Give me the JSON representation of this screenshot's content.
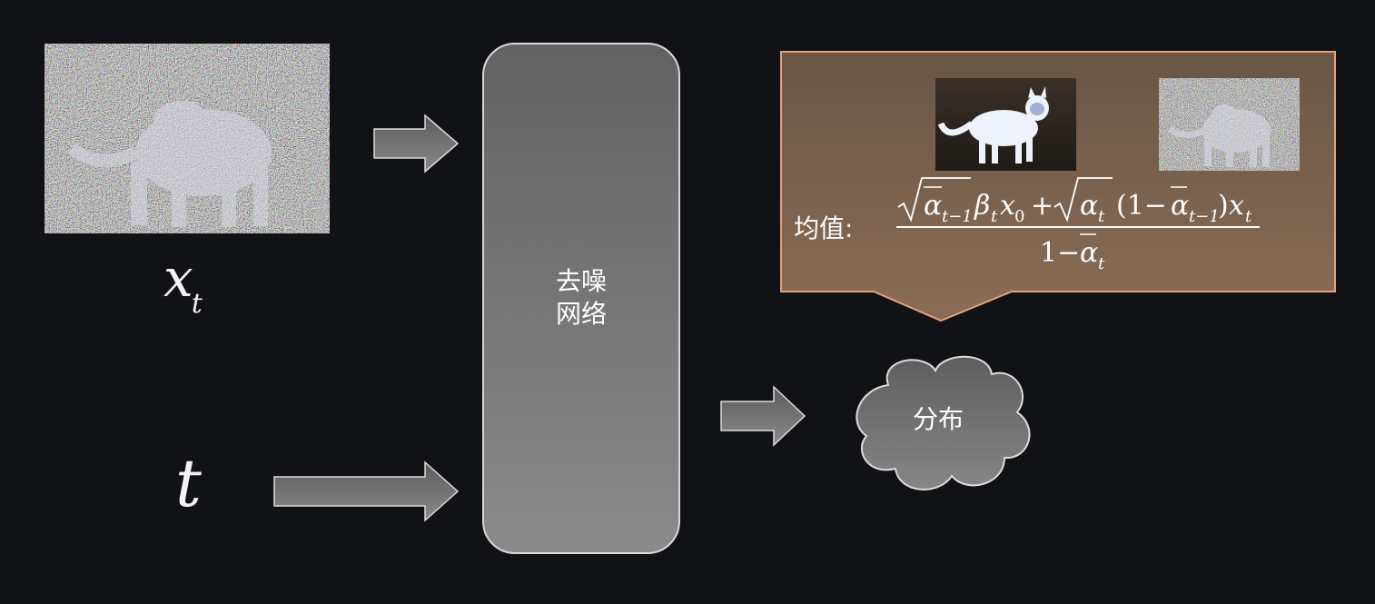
{
  "diagram": {
    "input_image_label_var": "x",
    "input_image_label_sub": "t",
    "timestep_label": "t",
    "network_label_line1": "去噪",
    "network_label_line2": "网络",
    "output_label": "分布",
    "callout": {
      "mean_label": "均值:",
      "formula": {
        "num_alpha_bar_prev_sub": "t−1",
        "beta_sub": "t",
        "x0_sub": "0",
        "alpha_t_sub": "t",
        "one_minus": "(1−",
        "alpha_bar_prev2_sub": "t−1",
        "close_paren": ")",
        "xt_sub": "t",
        "den_one_minus": "1−",
        "den_alpha_bar_sub": "t"
      }
    },
    "colors": {
      "background": "#111216",
      "callout_fill_top": "#6a5646",
      "callout_fill_bottom": "#8a6d56",
      "callout_border": "#e8a07c",
      "box_fill_top": "#626262",
      "box_fill_bottom": "#8a8a8a",
      "arrow_fill": "#7c7c7c",
      "stroke_light": "#dcdcdc"
    }
  }
}
